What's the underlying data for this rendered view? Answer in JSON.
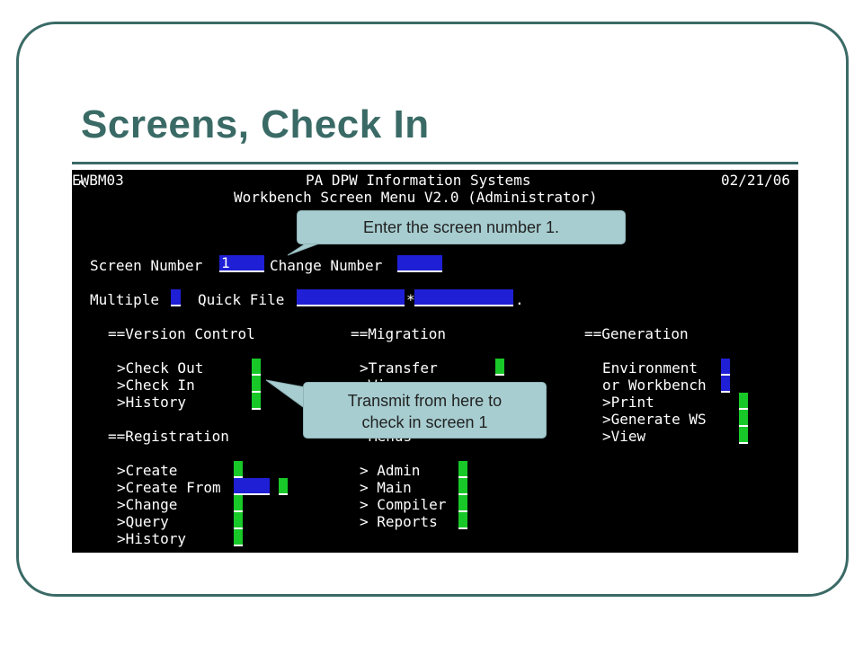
{
  "slide": {
    "title": "Screens, Check In"
  },
  "terminal": {
    "screen_id": "EWBM03",
    "system_title": "PA DPW Information Systems",
    "date": "02/21/06",
    "menu_title": "Workbench Screen Menu V2.0 (Administrator)",
    "screen_number_label": "Screen Number",
    "screen_number_value": "1",
    "change_number_label": "Change Number",
    "multiple_label": "Multiple",
    "quick_file_label": "Quick File",
    "quick_file_sep": "*",
    "quick_file_end": ".",
    "version_control": {
      "heading": "==Version Control",
      "items": [
        ">Check Out",
        ">Check In",
        ">History"
      ]
    },
    "migration": {
      "heading": "==Migration",
      "items": [
        ">Transfer",
        ">Wi..."
      ]
    },
    "generation": {
      "heading": "==Generation",
      "items": [
        "Environment",
        "or Workbench",
        ">Print",
        ">Generate WS",
        ">View"
      ]
    },
    "registration": {
      "heading": "==Registration",
      "items": [
        ">Create",
        ">Create From",
        ">Change",
        ">Query",
        ">History"
      ]
    },
    "menus": {
      "heading": "Menus",
      "items": [
        "> Admin",
        "> Main",
        "> Compiler",
        "> Reports"
      ]
    }
  },
  "callouts": {
    "enter_number": "Enter the screen number 1.",
    "transmit_line1": "Transmit from here to",
    "transmit_line2": "check in screen 1"
  },
  "colors": {
    "accent": "#3a6a66",
    "callout": "#a7cdd0",
    "field_blue": "#1f1fd6",
    "field_green": "#18c828"
  }
}
